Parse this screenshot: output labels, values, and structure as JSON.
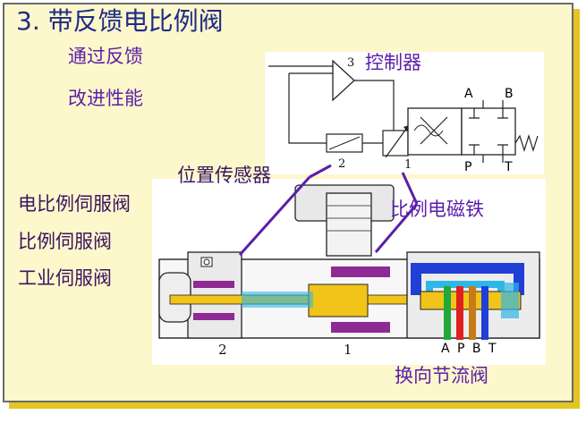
{
  "title": "3. 带反馈电比例阀",
  "subtitle_lines": [
    "通过反馈",
    "改进性能"
  ],
  "schematic": {
    "amplifier_label": "控制器",
    "amplifier_number": "3",
    "sensor_number": "2",
    "solenoid_number": "1",
    "port_A": "A",
    "port_B": "B",
    "port_P": "P",
    "port_T": "T"
  },
  "callouts": {
    "position_sensor": "位置传感器",
    "proportional_solenoid": "比例电磁铁",
    "directional_throttle_valve": "换向节流阀"
  },
  "left_labels": [
    "电比例伺服阀",
    "比例伺服阀",
    "工业伺服阀"
  ],
  "section": {
    "label_2": "2",
    "label_1": "1",
    "ports": "A P B T"
  },
  "colors": {
    "title": "#1f2b86",
    "label": "#5b1fa8",
    "coil": "#8e2a93",
    "spool": "#f0c419",
    "oil_blue": "#1f3fd6",
    "oil_cyan": "#2fb7e6",
    "port_green": "#22a83a",
    "port_red": "#e02020",
    "port_orange": "#c87a18",
    "slide_shadow": "#e3c61f"
  }
}
